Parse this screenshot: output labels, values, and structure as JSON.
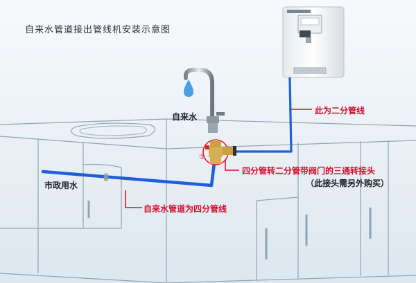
{
  "title": "自来水管道接出管线机安装示意图",
  "labels": {
    "faucet": "自来水",
    "city_water": "市政用水",
    "two_fen_line": "此为二分管线",
    "adapter": "四分管转二分管带阀门的三通转接头",
    "adapter_note": "（此接头需另外购买）",
    "mains_four_fen": "自来水管道为四分管线",
    "valve_number": "①"
  },
  "colors": {
    "pipe_blue": "#1f5fd8",
    "leader_red": "#d4102b",
    "valve_red": "#e1202c",
    "outline": "#8fa3b6"
  }
}
